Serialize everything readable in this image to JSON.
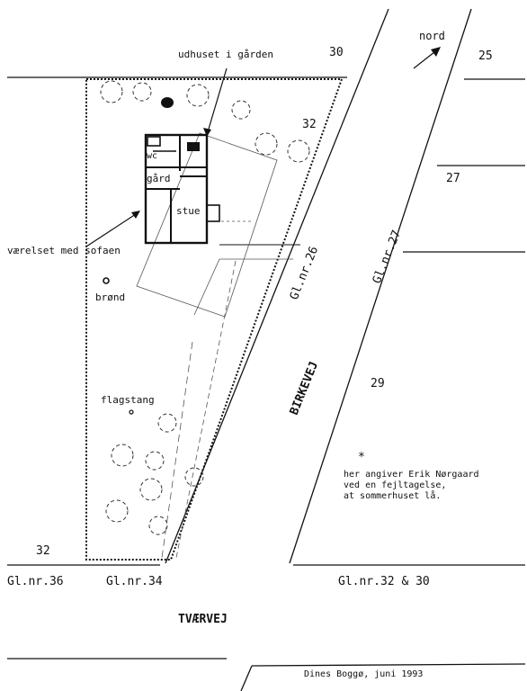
{
  "labels": {
    "north": "nord",
    "outhouse": "udhuset i gården",
    "wc": "wc",
    "yard": "gård",
    "living_room": "stue",
    "sofa_room": "værelset med sofaen",
    "well": "brønd",
    "flagpole": "flagstang",
    "road_birkevej": "BIRKEVEJ",
    "road_tvaervej": "TVÆRVEJ",
    "lot_26": "Gl.nr.26",
    "lot_27": "Gl.nr.27",
    "lot_36": "Gl.nr.36",
    "lot_34": "Gl.nr.34",
    "lot_32_30": "Gl.nr.32 & 30",
    "parcel_30": "30",
    "parcel_25": "25",
    "parcel_32_top": "32",
    "parcel_27": "27",
    "parcel_29": "29",
    "parcel_32_bottom": "32",
    "asterisk": "*",
    "note_line1": "her angiver Erik Nørgaard",
    "note_line2": "ved en fejltagelse,",
    "note_line3": "at sommerhuset lå.",
    "signature": "Dines Boggø, juni 1993"
  }
}
